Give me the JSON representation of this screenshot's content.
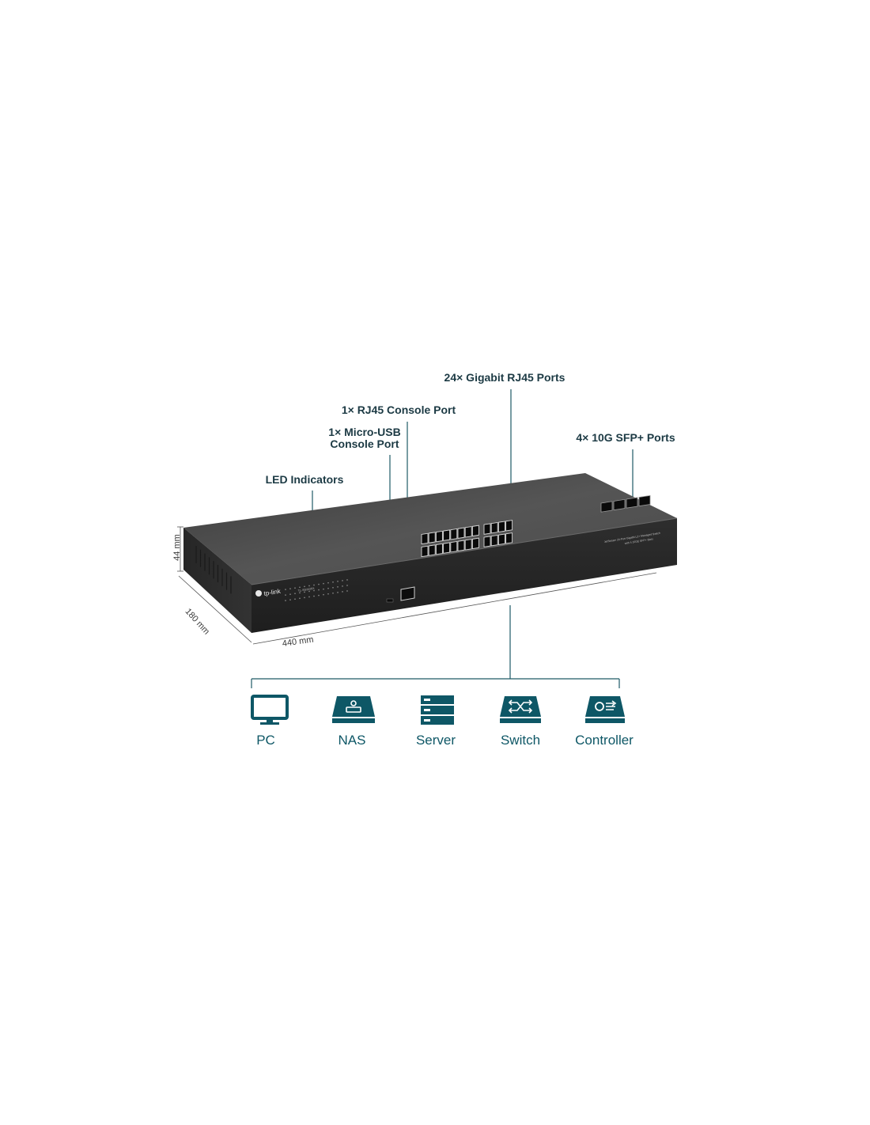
{
  "callouts": {
    "led": "LED Indicators",
    "micro_usb_line1": "1× Micro-USB",
    "micro_usb_line2": "Console Port",
    "rj45_console": "1× RJ45 Console Port",
    "gigabit": "24× Gigabit RJ45 Ports",
    "sfp": "4× 10G SFP+ Ports"
  },
  "dimensions": {
    "height": "44 mm",
    "depth": "180 mm",
    "width": "440 mm"
  },
  "product": {
    "brand": "tp-link",
    "model": "TL-SG3428X",
    "description_line1": "JetStream 24-Port Gigabit L2+ Managed Switch",
    "description_line2": "with 4 10GE SFP+ Slots",
    "port_count_rj45": 24,
    "port_count_sfp": 4
  },
  "devices": [
    {
      "label": "PC",
      "icon": "monitor-icon"
    },
    {
      "label": "NAS",
      "icon": "nas-icon"
    },
    {
      "label": "Server",
      "icon": "server-icon"
    },
    {
      "label": "Switch",
      "icon": "switch-icon"
    },
    {
      "label": "Controller",
      "icon": "controller-icon"
    }
  ],
  "colors": {
    "accent": "#0e5766",
    "leader_line": "#1e5a66",
    "chassis": "#2a2a2a"
  }
}
